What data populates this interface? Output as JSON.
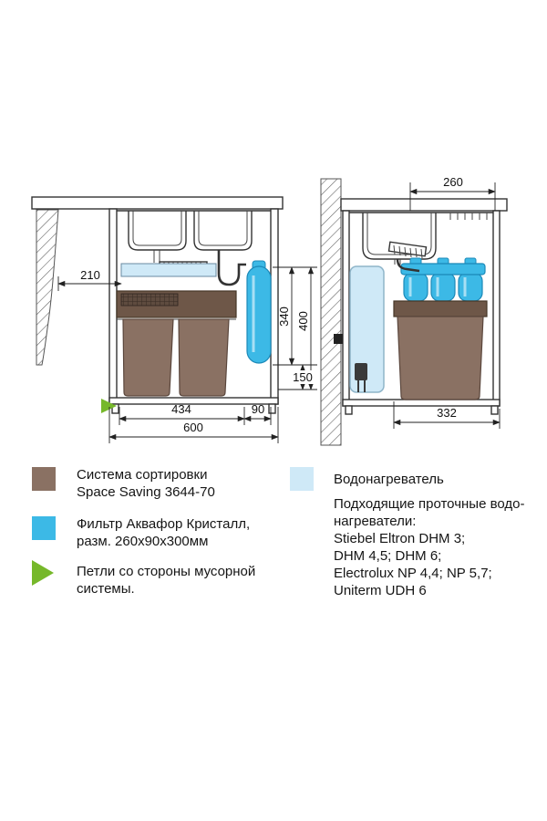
{
  "colors": {
    "brown": "#8a7163",
    "brown_dark": "#6e5748",
    "cyan": "#3cb9e6",
    "cyan_dark": "#1b89b8",
    "light_blue": "#cfe9f7",
    "green": "#76b82a",
    "line": "#333333"
  },
  "dims": {
    "left": {
      "w210": "210",
      "h340": "340",
      "h400": "400",
      "h150": "150",
      "w434": "434",
      "w90": "90",
      "w600": "600"
    },
    "right": {
      "w260": "260",
      "w332": "332"
    }
  },
  "legend": {
    "sorting_line1": "Система сортировки",
    "sorting_line2": "Space Saving 3644-70",
    "filter_line1": "Фильтр Аквафор Кристалл,",
    "filter_line2": "разм. 260х90х300мм",
    "hinges_line1": "Петли со стороны мусорной",
    "hinges_line2": "системы.",
    "heater_label": "Водонагреватель",
    "heater_note_line1": "Подходящие проточные водо-",
    "heater_note_line2": "нагреватели:",
    "heater_note_line3": "Stiebel Eltron DHM 3;",
    "heater_note_line4": "DHM 4,5; DHM 6;",
    "heater_note_line5": "Electrolux NP 4,4; NP 5,7;",
    "heater_note_line6": "Uniterm UDH 6"
  }
}
